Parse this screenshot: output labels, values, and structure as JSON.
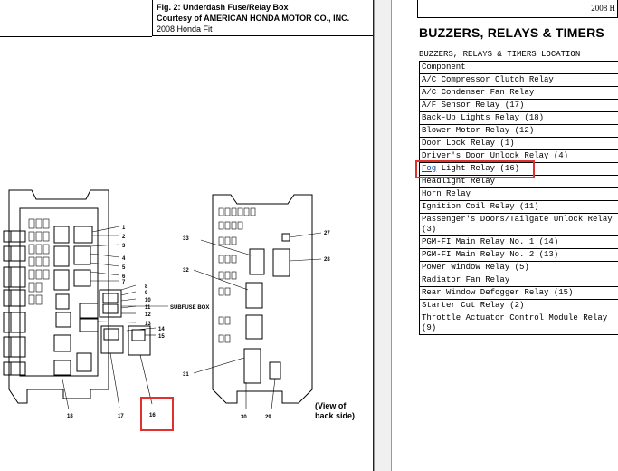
{
  "figure": {
    "title": "Fig. 2: Underdash Fuse/Relay Box",
    "courtesy": "Courtesy of AMERICAN HONDA MOTOR CO., INC.",
    "model": "2008 Honda Fit",
    "subfuse_label": "SUBFUSE BOX",
    "view_back_label_line1": "(View of",
    "view_back_label_line2": "back side)",
    "callouts_front": [
      "1",
      "2",
      "3",
      "4",
      "5",
      "6",
      "7",
      "8",
      "9",
      "10",
      "11",
      "12",
      "13",
      "14",
      "15",
      "16",
      "17",
      "18"
    ],
    "callouts_back": [
      "27",
      "28",
      "29",
      "30",
      "31",
      "32",
      "33"
    ]
  },
  "header_stub": "2008 H",
  "section": {
    "title": "BUZZERS, RELAYS & TIMERS",
    "table_title": "BUZZERS, RELAYS & TIMERS LOCATION"
  },
  "table": {
    "header": "Component",
    "rows": [
      "A/C Compressor Clutch Relay",
      "A/C Condenser Fan Relay",
      "A/F Sensor Relay (17)",
      "Back-Up Lights Relay (18)",
      "Blower Motor Relay (12)",
      "Door Lock Relay (1)",
      "Driver's Door Unlock Relay (4)",
      "Fog Light Relay (16)",
      "Headlight Relay",
      "Horn Relay",
      "Ignition Coil Relay (11)",
      "Passenger's Doors/Tailgate Unlock Relay (3)",
      "PGM-FI Main Relay No. 1 (14)",
      "PGM-FI Main Relay No. 2 (13)",
      "Power Window Relay (5)",
      "Radiator Fan Relay",
      "Rear Window Defogger Relay (15)",
      "Starter Cut Relay (2)",
      "Throttle Actuator Control Module Relay (9)"
    ],
    "fog_link_text": "Fog",
    "fog_rest_text": " Light Relay (16)"
  },
  "colors": {
    "highlight": "#e03030",
    "link": "#0645ad"
  }
}
